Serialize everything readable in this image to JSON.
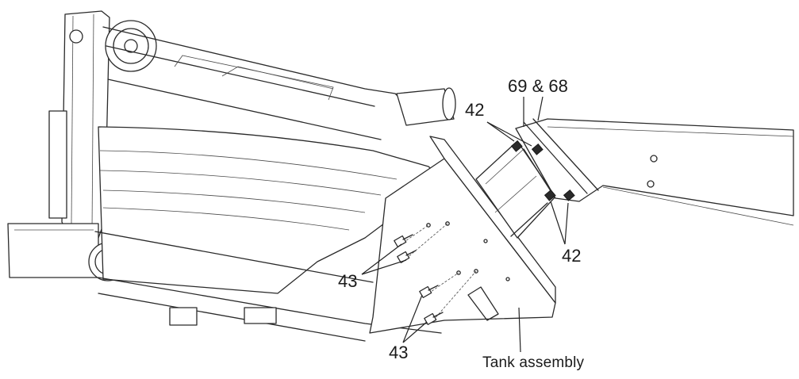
{
  "diagram": {
    "callouts": {
      "c42_top": "42",
      "c69_68": "69 & 68",
      "c42_right": "42",
      "c43_mid": "43",
      "c43_bottom": "43",
      "tank_assembly": "Tank assembly"
    }
  }
}
